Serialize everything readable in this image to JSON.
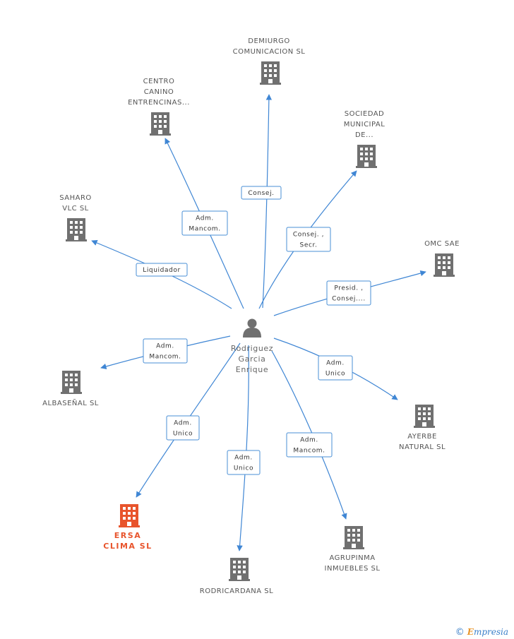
{
  "person": {
    "name_lines": [
      "Rodriguez",
      "Garcia",
      "Enrique"
    ],
    "icon": "person-icon"
  },
  "companies": [
    {
      "id": "demiurgo",
      "label_lines": [
        "DEMIURGO",
        "COMUNICACION SL"
      ],
      "role_lines": [
        "Consej."
      ],
      "highlight": false,
      "icon": "building-icon"
    },
    {
      "id": "centro-canino",
      "label_lines": [
        "CENTRO",
        "CANINO",
        "ENTRENCINAS..."
      ],
      "role_lines": [
        "Adm.",
        "Mancom."
      ],
      "highlight": false,
      "icon": "building-icon"
    },
    {
      "id": "sociedad-municipal",
      "label_lines": [
        "SOCIEDAD",
        "MUNICIPAL",
        "DE..."
      ],
      "role_lines": [
        "Consej. ,",
        "Secr."
      ],
      "highlight": false,
      "icon": "building-icon"
    },
    {
      "id": "sahaho",
      "label_lines": [
        "SAHARO",
        "VLC SL"
      ],
      "role_lines": [
        "Liquidador"
      ],
      "highlight": false,
      "icon": "building-icon"
    },
    {
      "id": "omc",
      "label_lines": [
        "OMC SAE"
      ],
      "role_lines": [
        "Presid. ,",
        "Consej...."
      ],
      "highlight": false,
      "icon": "building-icon"
    },
    {
      "id": "albasenal",
      "label_lines": [
        "ALBASEÑAL SL"
      ],
      "role_lines": [
        "Adm.",
        "Mancom."
      ],
      "highlight": false,
      "icon": "building-icon"
    },
    {
      "id": "ayerbe",
      "label_lines": [
        "AYERBE",
        "NATURAL SL"
      ],
      "role_lines": [
        "Adm.",
        "Unico"
      ],
      "highlight": false,
      "icon": "building-icon"
    },
    {
      "id": "ersa",
      "label_lines": [
        "ERSA",
        "CLIMA SL"
      ],
      "role_lines": [
        "Adm.",
        "Unico"
      ],
      "highlight": true,
      "icon": "building-icon"
    },
    {
      "id": "rodricardana",
      "label_lines": [
        "RODRICARDANA SL"
      ],
      "role_lines": [
        "Adm.",
        "Unico"
      ],
      "highlight": false,
      "icon": "building-icon"
    },
    {
      "id": "agrupinma",
      "label_lines": [
        "AGRUPINMA",
        "INMUEBLES SL"
      ],
      "role_lines": [
        "Adm.",
        "Mancom."
      ],
      "highlight": false,
      "icon": "building-icon"
    }
  ],
  "colors": {
    "edge": "#3f86d4",
    "building": "#707070",
    "highlight": "#e8542c",
    "person": "#707070"
  },
  "credit": {
    "symbol": "©",
    "brand_initial": "E",
    "brand_rest": "mpresia"
  }
}
